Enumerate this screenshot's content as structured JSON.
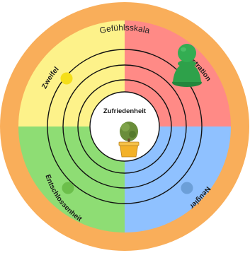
{
  "board": {
    "title": "Gefühlsskala",
    "center_label": "Zufriedenheit",
    "segments": [
      {
        "id": "zweifel",
        "label": "Zweifel",
        "color": "#fdf28a",
        "marker_color": "#f5df1a"
      },
      {
        "id": "frustration",
        "label": "Frustration",
        "color": "#ff8a86",
        "marker_color": null
      },
      {
        "id": "neugier",
        "label": "Neugier",
        "color": "#8fc1ff",
        "marker_color": "#6c9fd8"
      },
      {
        "id": "entschlossenheit",
        "label": "Entschlossenheit",
        "color": "#8edd74",
        "marker_color": "#6cbf4b"
      }
    ],
    "ring_color": "#f9ae5a",
    "pawn_color": "#2ea14a",
    "ring_count": 3
  }
}
